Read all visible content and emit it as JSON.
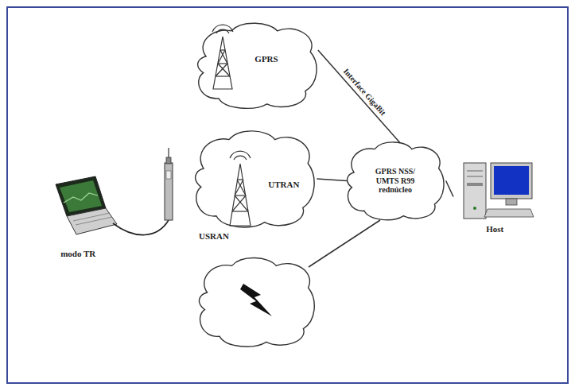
{
  "diagram": {
    "nodes": [
      {
        "text": [
          "modo TR"
        ]
      },
      {
        "text": [
          "GPRS"
        ]
      },
      {
        "text": [
          "UTRAN"
        ]
      },
      {
        "text": [
          "GPRS NSS/ UMTS R99 rednúcleo"
        ]
      },
      {
        "text": [
          "Host"
        ]
      }
    ],
    "edges": [
      {
        "from": 1,
        "to": 3,
        "label": "Interface GigaBit",
        "arrow": "none"
      },
      {
        "from": 2,
        "to": 3,
        "arrow": "none"
      },
      {
        "from": 3,
        "to": 4,
        "arrow": "none"
      }
    ],
    "labels": [
      "USRAN"
    ]
  }
}
